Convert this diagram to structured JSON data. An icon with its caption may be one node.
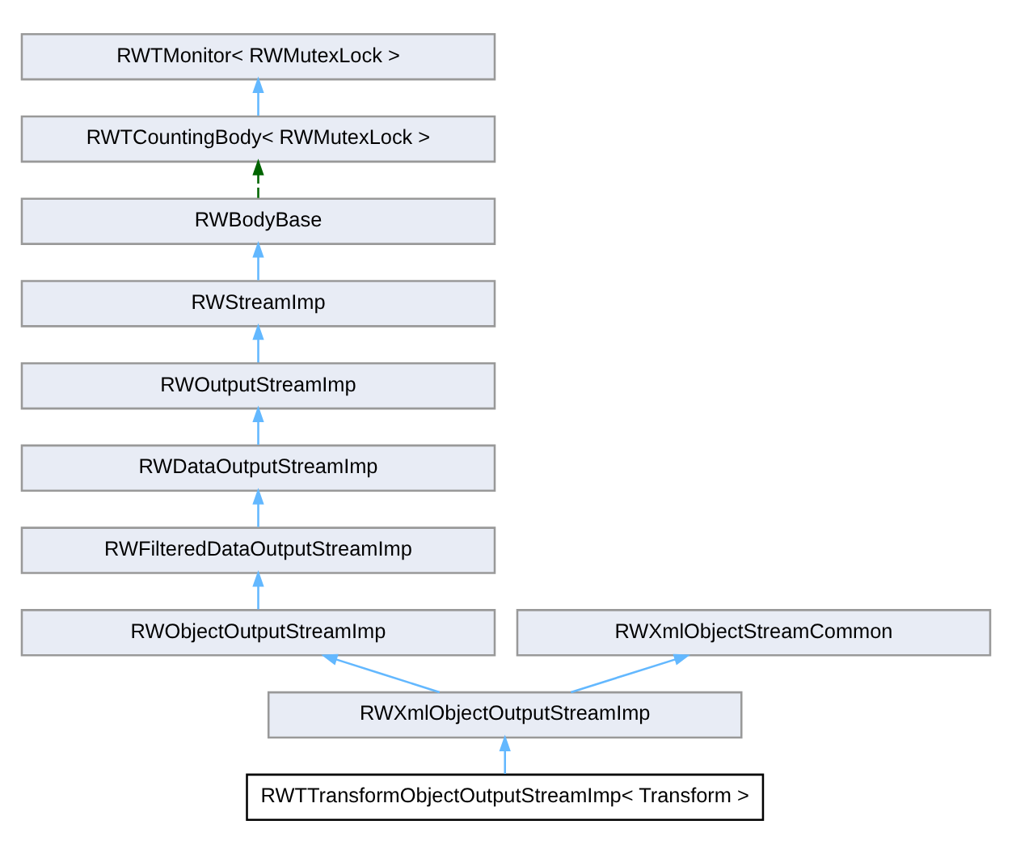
{
  "diagram": {
    "nodes": [
      {
        "text": [
          "RWTMonitor< RWMutexLock >"
        ]
      },
      {
        "text": [
          "RWTCountingBody< RWMutexLock >"
        ]
      },
      {
        "text": [
          "RWBodyBase"
        ]
      },
      {
        "text": [
          "RWStreamImp"
        ]
      },
      {
        "text": [
          "RWOutputStreamImp"
        ]
      },
      {
        "text": [
          "RWDataOutputStreamImp"
        ]
      },
      {
        "text": [
          "RWFilteredDataOutputStreamImp"
        ]
      },
      {
        "text": [
          "RWObjectOutputStreamImp"
        ]
      },
      {
        "text": [
          "RWXmlObjectStreamCommon"
        ]
      },
      {
        "text": [
          "RWXmlObjectOutputStreamImp"
        ]
      },
      {
        "text": [
          "RWTTransformObjectOutputStreamImp< Transform >"
        ]
      }
    ],
    "edges": [
      {
        "from": 1,
        "to": 0,
        "arrow": "to"
      },
      {
        "from": 2,
        "to": 1,
        "arrow": "to",
        "style": "dashed",
        "color": "#006400"
      },
      {
        "from": 3,
        "to": 2,
        "arrow": "to"
      },
      {
        "from": 4,
        "to": 3,
        "arrow": "to"
      },
      {
        "from": 5,
        "to": 4,
        "arrow": "to"
      },
      {
        "from": 6,
        "to": 5,
        "arrow": "to"
      },
      {
        "from": 7,
        "to": 6,
        "arrow": "to"
      },
      {
        "from": 9,
        "to": 7,
        "arrow": "to"
      },
      {
        "from": 9,
        "to": 8,
        "arrow": "to"
      },
      {
        "from": 10,
        "to": 9,
        "arrow": "to"
      }
    ]
  }
}
